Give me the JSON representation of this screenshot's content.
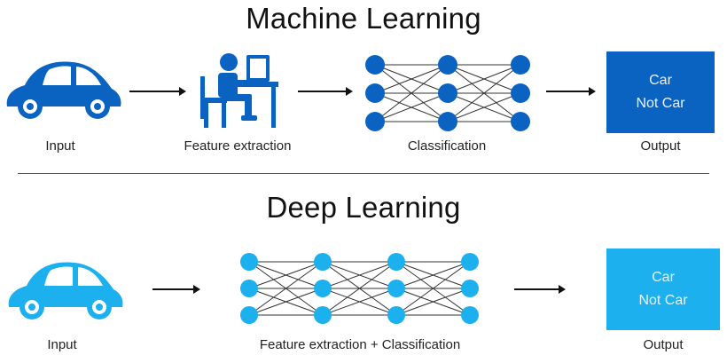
{
  "colors": {
    "ml_blue": "#0b63c1",
    "dl_blue": "#1cb0ee",
    "text": "#111111",
    "output_text": "#e8f2ff"
  },
  "machine_learning": {
    "title": "Machine Learning",
    "steps": [
      {
        "label": "Input",
        "icon": "car-icon"
      },
      {
        "label": "Feature extraction",
        "icon": "person-at-desk-icon"
      },
      {
        "label": "Classification",
        "icon": "neural-network-icon"
      },
      {
        "label": "Output",
        "icon": "output-box"
      }
    ],
    "output_options": [
      "Car",
      "Not Car"
    ]
  },
  "deep_learning": {
    "title": "Deep Learning",
    "steps": [
      {
        "label": "Input",
        "icon": "car-icon"
      },
      {
        "label": "Feature extraction + Classification",
        "icon": "neural-network-icon"
      },
      {
        "label": "Output",
        "icon": "output-box"
      }
    ],
    "output_options": [
      "Car",
      "Not Car"
    ]
  }
}
